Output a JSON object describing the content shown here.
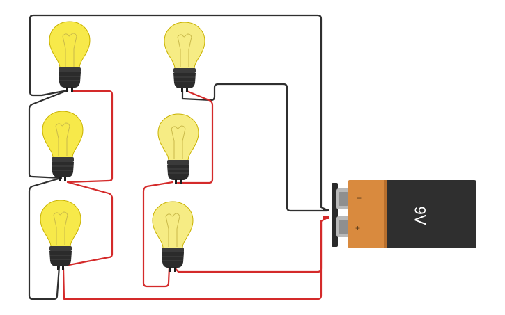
{
  "battery": {
    "voltage_label": "9V",
    "minus_label": "−",
    "plus_label": "+",
    "colors": {
      "label": "#d98a3e",
      "body": "#2f2f2f",
      "text": "#ffffff"
    }
  },
  "bulbs": [
    {
      "id": "bulb-left-top",
      "brightness": "bright"
    },
    {
      "id": "bulb-left-middle",
      "brightness": "bright"
    },
    {
      "id": "bulb-left-bottom",
      "brightness": "bright"
    },
    {
      "id": "bulb-right-top",
      "brightness": "dim"
    },
    {
      "id": "bulb-right-middle",
      "brightness": "dim"
    },
    {
      "id": "bulb-right-bottom",
      "brightness": "dim"
    }
  ],
  "wire_colors": {
    "negative": "#2f2f2f",
    "positive": "#d42a2a"
  }
}
